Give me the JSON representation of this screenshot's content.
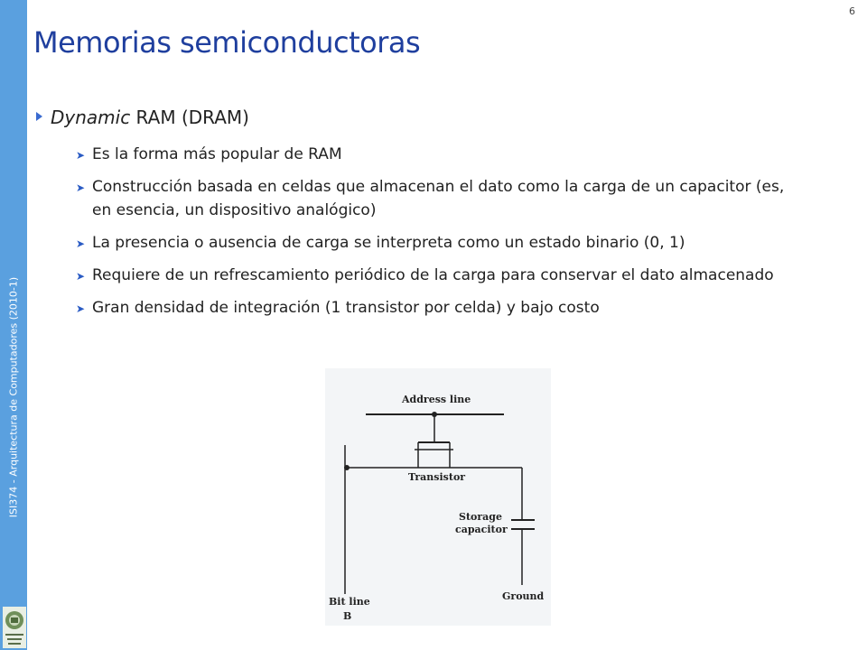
{
  "sidebar": {
    "footer_text": "ISI374 - Arquitectura de Computadores (2010-1)",
    "logo_icon": "university-seal-icon",
    "color": "#5aa0df"
  },
  "slide": {
    "page_number": "6",
    "title": "Memorias semiconductoras",
    "heading": {
      "italic": "Dynamic",
      "rest": " RAM (DRAM)"
    },
    "bullets": [
      "Es la forma más popular de RAM",
      "Construcción basada en celdas que almacenan el dato como la carga de un capacitor (es, en esencia, un dispositivo analógico)",
      "La presencia o ausencia de carga se interpreta como un estado binario (0, 1)",
      "Requiere de un refrescamiento periódico de la carga para conservar el dato almacenado",
      "Gran densidad de integración (1 transistor por celda) y bajo costo"
    ]
  },
  "diagram": {
    "address_line": "Address line",
    "transistor": "Transistor",
    "storage_capacitor_1": "Storage",
    "storage_capacitor_2": "capacitor",
    "ground": "Ground",
    "bit_line_1": "Bit line",
    "bit_line_2": "B"
  }
}
